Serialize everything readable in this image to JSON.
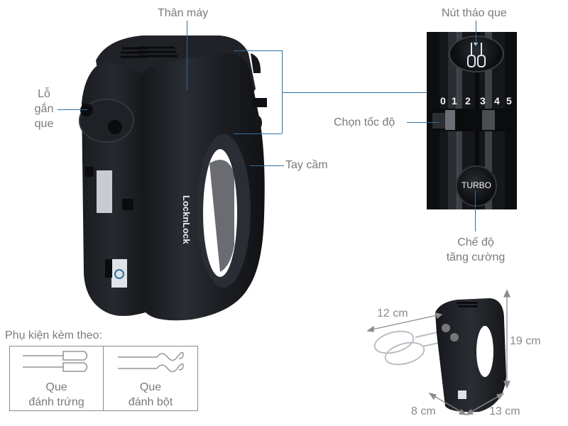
{
  "callouts": {
    "body": "Thân máy",
    "beater_socket": [
      "Lỗ",
      "gắn",
      "que"
    ],
    "handle": "Tay cầm",
    "speed_select": "Chọn tốc độ",
    "eject_button": "Nút tháo que",
    "turbo_mode": [
      "Chế độ",
      "tăng cường"
    ]
  },
  "control_panel": {
    "speed_levels": [
      "0",
      "1",
      "2",
      "3",
      "4",
      "5"
    ],
    "turbo_label": "TURBO"
  },
  "product": {
    "brand": "LocknLock"
  },
  "accessories": {
    "title": "Phụ kiện kèm theo:",
    "items": [
      {
        "name_line1": "Que",
        "name_line2": "đánh trứng",
        "icon": "whisk-beater-icon"
      },
      {
        "name_line1": "Que",
        "name_line2": "đánh bột",
        "icon": "dough-hook-icon"
      }
    ]
  },
  "dimensions": {
    "beater_length": "12 cm",
    "height": "19 cm",
    "depth": "8 cm",
    "width": "13 cm"
  },
  "colors": {
    "callout_line": "#2f6fa0",
    "body_dark": "#1c1e23",
    "label_text": "#7b7b7b"
  }
}
